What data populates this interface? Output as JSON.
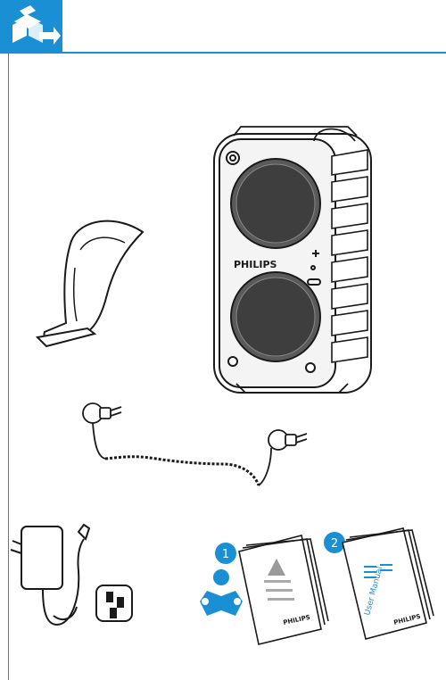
{
  "brand": "PHILIPS",
  "manual_text": "User Manual",
  "steps": [
    "1",
    "2"
  ],
  "colors": {
    "accent": "#1a8fd4",
    "line": "#1a1a1a",
    "device": "#4a4a4a"
  },
  "icons": [
    "box-contents-icon",
    "reader-icon",
    "warning-icon"
  ]
}
